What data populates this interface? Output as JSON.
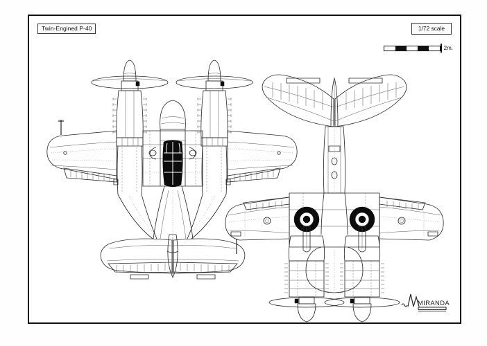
{
  "sheet": {
    "background_color": "#fefefe",
    "frame_color": "#111111",
    "line_color": "#2b2b2b"
  },
  "title_block": {
    "label": "Twin-Engined P-40"
  },
  "scale_block": {
    "label": "1/72 scale",
    "bar_unit_label": "2m.",
    "bar_segments": [
      "white",
      "black",
      "white",
      "black",
      "white"
    ]
  },
  "signature": {
    "artist": "MIRANDA"
  },
  "drawings": [
    {
      "name": "top-view",
      "title": "Twin-Engined P-40 upper plan view",
      "features": [
        "twin propeller discs",
        "port engine nacelle with exhaust stacks",
        "starboard engine nacelle with exhaust stacks",
        "central fuselage with black glazed canopy",
        "port wing with aileron and pitot tube",
        "starboard wing with aileron",
        "horizontal tailplane with elevators",
        "twin vertical fin fairings"
      ]
    },
    {
      "name": "bottom-view",
      "title": "Twin-Engined P-40 lower plan view",
      "features": [
        "tailplane and elevators at top",
        "rear fuselage with access panels",
        "main landing gear wheels retracted",
        "port engine nacelle with radiator",
        "starboard engine nacelle with radiator",
        "twin propeller discs at nose",
        "wing underside panel lines"
      ]
    }
  ]
}
